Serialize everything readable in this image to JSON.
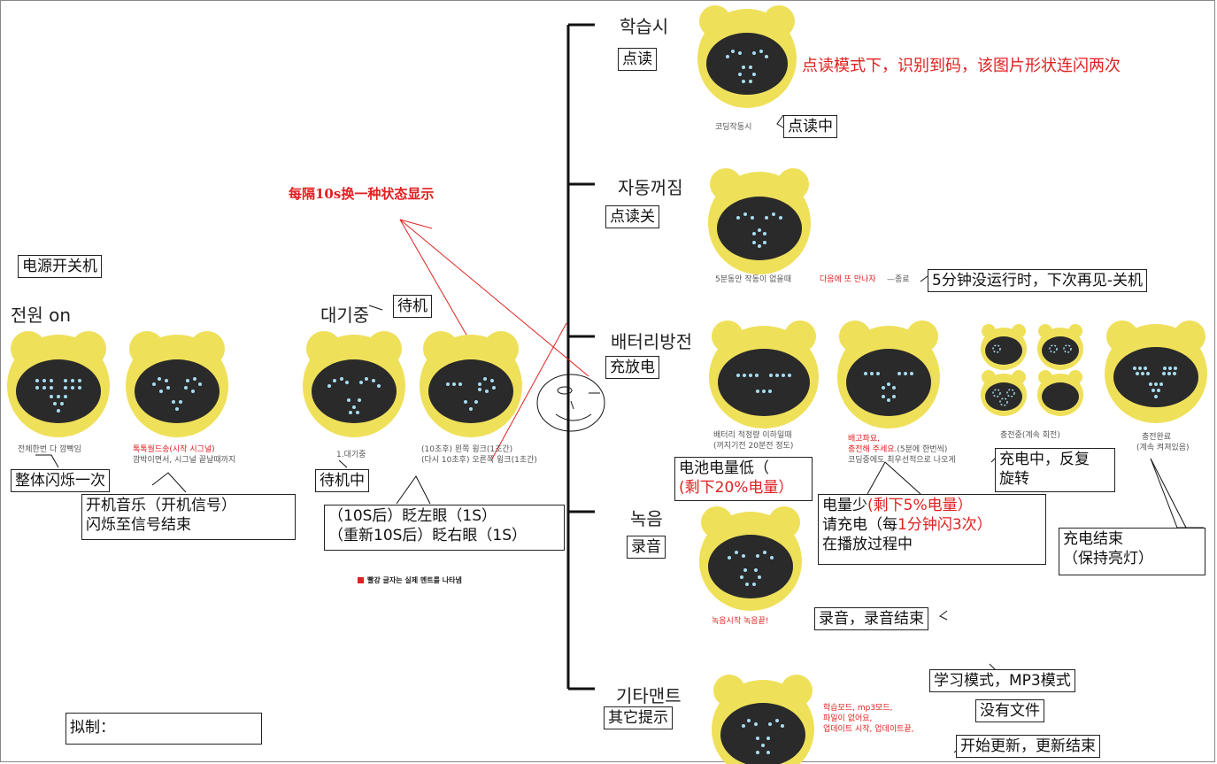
{
  "note_red": "每隔10s换一种状态显示",
  "legend": "빨강 글자는 실제 멘트를 나타냄",
  "drafted_by": "拟制：",
  "power": {
    "box": "电源开关机",
    "heading": "전원 on",
    "cap1": "전체한번 다 깜빡임",
    "cap2_red": "톡톡월드송(시작 시그널)",
    "cap2b": "깜박이면서, 시그널 끝날때까지",
    "callout1": "整体闪烁一次",
    "callout2a": "开机音乐（开机信号）",
    "callout2b": "闪烁至信号结束"
  },
  "standby": {
    "heading": "대기중",
    "box": "待机",
    "cap1": "1.대기중",
    "cap2a": "(10초후) 왼쪽 윙크(1초간)",
    "cap2b": "(다시 10초후) 오른쪽 윙크(1초간)",
    "callout1": "待机中",
    "callout2a": "（10S后）眨左眼（1S）",
    "callout2b": "（重新10S后）眨右眼（1S）"
  },
  "study": {
    "heading": "학습시",
    "box": "点读",
    "red_note": "点读模式下，识别到码，该图片形状连闪两次",
    "cap": "코딩작동시",
    "callout": "点读中"
  },
  "autooff": {
    "heading": "자동꺼짐",
    "box": "点读关",
    "cap": "5분동안 작동이 없을때",
    "cap_red": "다음에 또 만나자",
    "cap_tail": "—종료",
    "callout": "5分钟没运行时，下次再见-关机"
  },
  "battery": {
    "heading": "배터리방전",
    "box": "充放电",
    "cap1a": "배터리 적정량 이하일때",
    "cap1b": "(꺼지기전 20분전 정도)",
    "cap2_red_a": "배고파요,",
    "cap2_red_b": "충전해 주세요.",
    "cap2_tail_b": "(5분에 한번씩)",
    "cap2c": "코딩중에도 최우선적으로 나오게",
    "cap3": "충전중(계속 회전)",
    "cap4a": "충전완료",
    "cap4b": "(계속 켜져있음)",
    "low_a": "电池电量低（",
    "low_b": "(剩下20%电量）",
    "few_a": "电量少",
    "few_a_red": "(剩下5%电量）",
    "few_b": "请充电（每",
    "few_b_red": "1分钟闪3次）",
    "few_c": "在播放过程中",
    "charging_a": "充电中，反复",
    "charging_b": "旋转",
    "done_a": "充电结束",
    "done_b": "（保持亮灯）"
  },
  "record": {
    "heading": "녹음",
    "box": "录音",
    "cap_red": "녹음시작  녹음끝!",
    "callout": "录音，录音结束"
  },
  "other": {
    "heading": "기타맨트",
    "box": "其它提示",
    "cap1": "학습모드, mp3모드,",
    "cap2": "파일이 없어요,",
    "cap3": "업데이트 시작, 업데이트끝,",
    "callout1": "学习模式，MP3模式",
    "callout2": "没有文件",
    "callout3": "开始更新，更新结束"
  }
}
